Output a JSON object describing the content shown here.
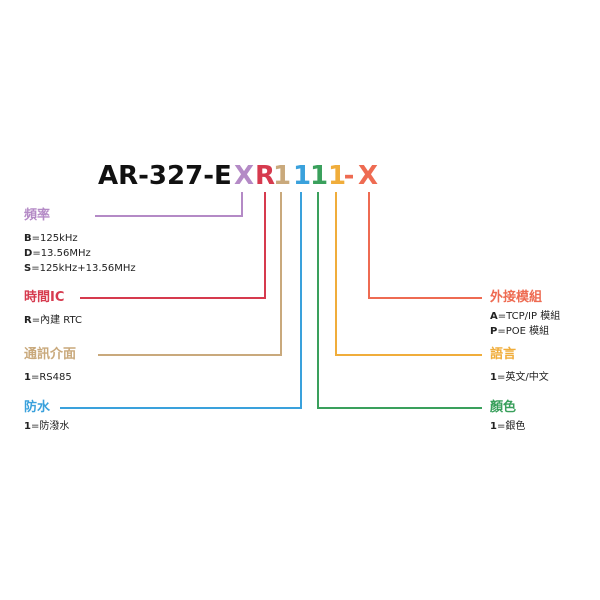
{
  "model": {
    "prefix": "AR-327-E",
    "chars": [
      {
        "text": "X",
        "color": "#b48ac6"
      },
      {
        "text": "R",
        "color": "#d63a4e"
      },
      {
        "text": "1",
        "color": "#c9a97c"
      },
      {
        "text": "1",
        "color": "#3aa1dc"
      },
      {
        "text": "1",
        "color": "#3aa05c"
      },
      {
        "text": "1",
        "color": "#f0ad3b"
      },
      {
        "text": "-",
        "color": "#ee6b52"
      },
      {
        "text": "X",
        "color": "#ee6b52"
      }
    ]
  },
  "groups": {
    "freq": {
      "label": "頻率",
      "color": "#b48ac6",
      "options": [
        {
          "key": "B",
          "value": "=125kHz"
        },
        {
          "key": "D",
          "value": "=13.56MHz"
        },
        {
          "key": "S",
          "value": "=125kHz+13.56MHz"
        }
      ]
    },
    "rtc": {
      "label": "時間IC",
      "color": "#d63a4e",
      "options": [
        {
          "key": "R",
          "value": "=內建 RTC"
        }
      ]
    },
    "interface": {
      "label": "通訊介面",
      "color": "#c9a97c",
      "options": [
        {
          "key": "1",
          "value": "=RS485"
        }
      ]
    },
    "waterproof": {
      "label": "防水",
      "color": "#3aa1dc",
      "options": [
        {
          "key": "1",
          "value": "=防潑水"
        }
      ]
    },
    "color": {
      "label": "顏色",
      "color": "#3aa05c",
      "options": [
        {
          "key": "1",
          "value": "=銀色"
        }
      ]
    },
    "language": {
      "label": "語言",
      "color": "#f0ad3b",
      "options": [
        {
          "key": "1",
          "value": "=英文/中文"
        }
      ]
    },
    "external": {
      "label": "外接模組",
      "color": "#ee6b52",
      "options": [
        {
          "key": "A",
          "value": "=TCP/IP 模組"
        },
        {
          "key": "P",
          "value": "=POE 模組"
        }
      ]
    }
  }
}
